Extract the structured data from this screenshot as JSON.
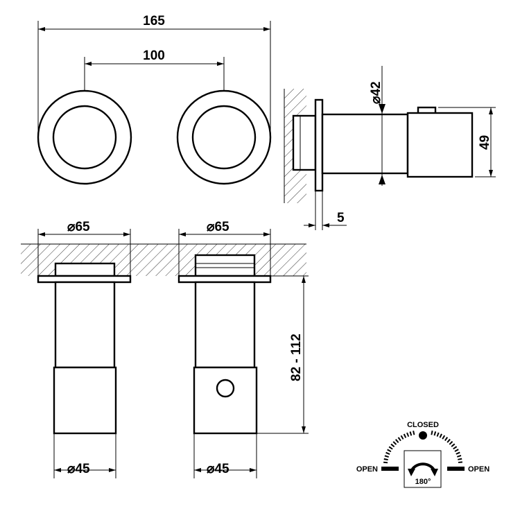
{
  "dimensions": {
    "overall_width": "165",
    "center_distance": "100",
    "body_diameter_side": "42",
    "knob_height": "49",
    "flange_thickness": "5",
    "flange_diameter_left": "65",
    "flange_diameter_right": "65",
    "knob_diameter_left": "45",
    "knob_diameter_right": "45",
    "projection_range": "82 - 112"
  },
  "diameter_symbol": "⌀",
  "legend": {
    "closed_label": "CLOSED",
    "open_left_label": "OPEN",
    "open_right_label": "OPEN",
    "rotation_label": "180°"
  }
}
